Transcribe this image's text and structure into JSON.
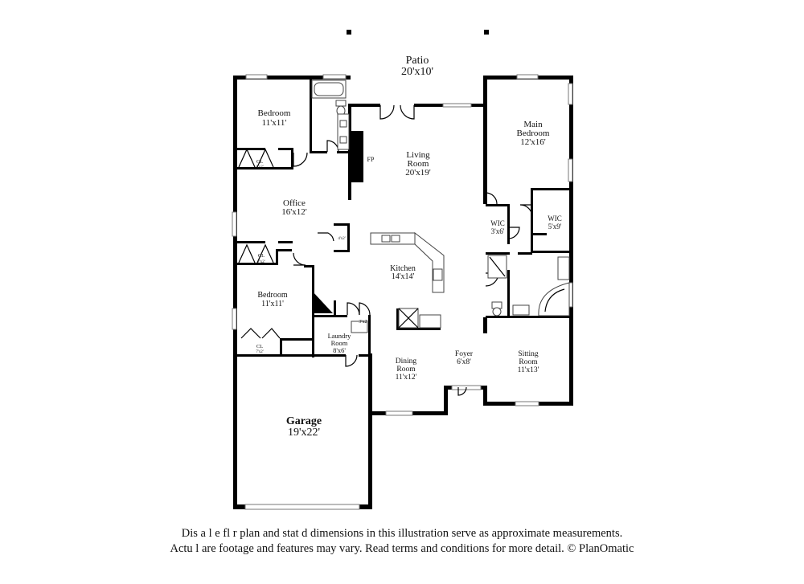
{
  "rooms": {
    "patio": {
      "name": "Patio",
      "dims": "20'x10'"
    },
    "bedroom_top": {
      "name": "Bedroom",
      "dims": "11'x11'"
    },
    "living_room": {
      "name": "Living Room",
      "dims": "20'x19'",
      "line1": "Living",
      "line2": "Room"
    },
    "main_bedroom": {
      "name": "Main Bedroom",
      "dims": "12'x16'",
      "line1": "Main",
      "line2": "Bedroom"
    },
    "office": {
      "name": "Office",
      "dims": "16'x12'"
    },
    "wic_left": {
      "name": "WIC",
      "dims": "3'x6'"
    },
    "wic_right": {
      "name": "WIC",
      "dims": "5'x9'"
    },
    "kitchen": {
      "name": "Kitchen",
      "dims": "14'x14'"
    },
    "bedroom_mid": {
      "name": "Bedroom",
      "dims": "11'x11'"
    },
    "laundry": {
      "name": "Laundry Room",
      "dims": "8'x6'",
      "line1": "Laundry",
      "line2": "Room"
    },
    "dining": {
      "name": "Dining Room",
      "dims": "11'x12'",
      "line1": "Dining",
      "line2": "Room"
    },
    "foyer": {
      "name": "Foyer",
      "dims": "6'x8'"
    },
    "sitting": {
      "name": "Sitting Room",
      "dims": "11'x13'",
      "line1": "Sitting",
      "line2": "Room"
    },
    "garage": {
      "name": "Garage",
      "dims": "19'x22'"
    }
  },
  "small_labels": {
    "fp": "FP",
    "cl_top": {
      "name": "CL",
      "dims": "8'x2'"
    },
    "cl_office": {
      "name": "CL",
      "dims": "7'x2'"
    },
    "cl_bedroom": {
      "name": "CL",
      "dims": "7'x2'"
    },
    "closet_4x2": "4'x2'",
    "closet_3x2": "3'x2'"
  },
  "disclaimer": {
    "line1": "Dis  a     l e fl  r plan and stat d dimensions in this illustration serve as approximate measurements.",
    "line2": "Actu  l  are footage and features may vary. Read terms and conditions for more detail. © PlanOmatic"
  }
}
